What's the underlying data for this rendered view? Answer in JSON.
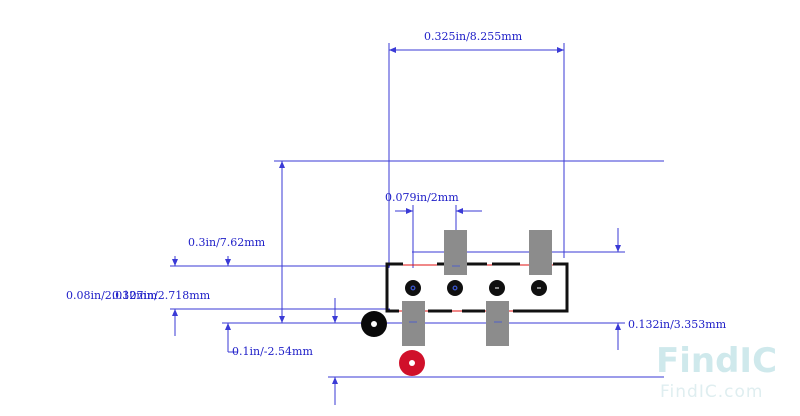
{
  "dimensions": {
    "width_top": "0.325in/8.255mm",
    "pitch": "0.079in/2mm",
    "pad_offset": "0.3in/7.62mm",
    "body_height": "0.08in/2.032mm",
    "body_height_overlap": "0.107in/2.718mm",
    "pin_offset": "0.1in/-2.54mm",
    "right_height": "0.132in/3.353mm"
  },
  "watermark": {
    "logo": "FindIC",
    "url": "FindIC.com"
  },
  "colors": {
    "dimension": "#3a3ad6",
    "pad": "#8c8c8c",
    "silkscreen": "#111111",
    "courtyard": "#e01010",
    "pin1_marker": "#d0102a"
  }
}
